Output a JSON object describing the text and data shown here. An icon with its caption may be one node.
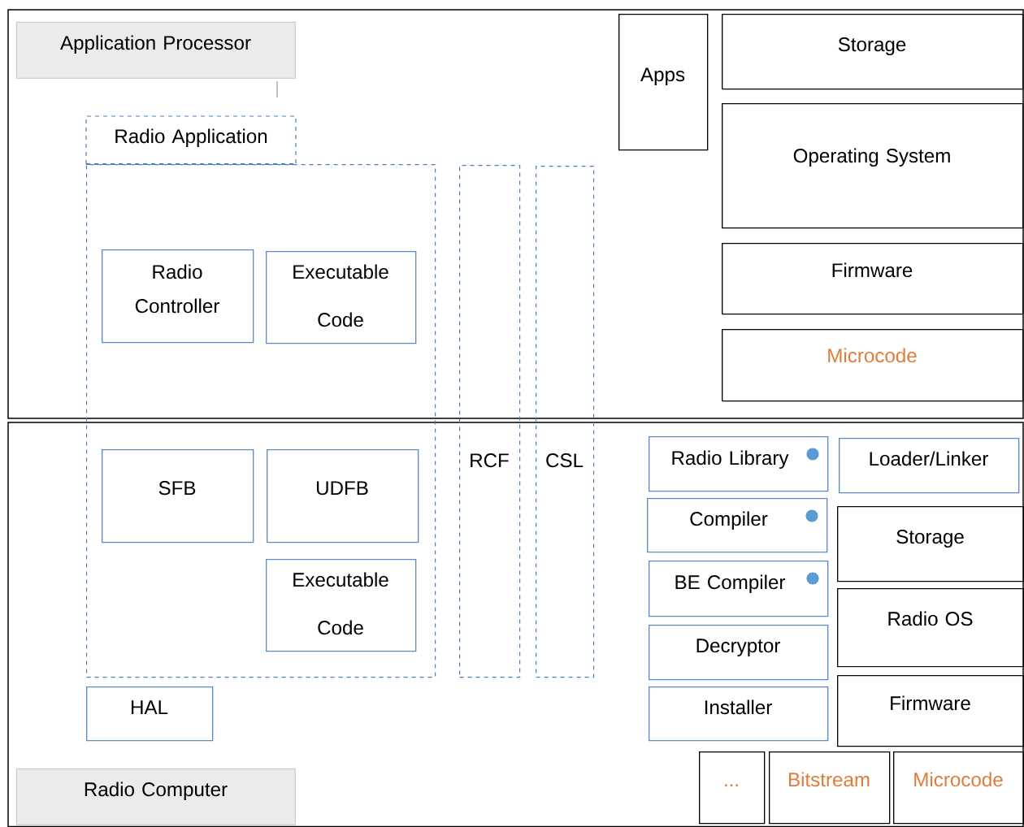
{
  "diagram": {
    "nodes": [
      {
        "text": [
          "Application Processor"
        ]
      },
      {
        "text": [
          "Radio Application"
        ]
      },
      {
        "text": [
          "Radio Controller"
        ],
        "in": 1
      },
      {
        "text": [
          "Executable Code"
        ],
        "in": 1
      },
      {
        "text": [
          "SFB"
        ],
        "in": 1
      },
      {
        "text": [
          "UDFB"
        ],
        "in": 1
      },
      {
        "text": [
          "Executable Code"
        ],
        "in": 1
      },
      {
        "text": [
          "RCF"
        ]
      },
      {
        "text": [
          "CSL"
        ]
      },
      {
        "text": [
          "Apps"
        ]
      },
      {
        "text": [
          "Storage"
        ]
      },
      {
        "text": [
          "Operating System"
        ]
      },
      {
        "text": [
          "Firmware"
        ]
      },
      {
        "text": [
          "Microcode"
        ]
      },
      {
        "text": [
          "HAL"
        ]
      },
      {
        "text": [
          "Radio Computer"
        ]
      },
      {
        "text": [
          "Radio Library"
        ]
      },
      {
        "text": [
          "Loader/Linker"
        ]
      },
      {
        "text": [
          "Compiler"
        ]
      },
      {
        "text": [
          "Storage"
        ]
      },
      {
        "text": [
          "BE Compiler"
        ]
      },
      {
        "text": [
          "Decryptor"
        ]
      },
      {
        "text": [
          "Radio OS"
        ]
      },
      {
        "text": [
          "Installer"
        ]
      },
      {
        "text": [
          "Firmware"
        ]
      },
      {
        "text": [
          "..."
        ]
      },
      {
        "text": [
          "Bitstream"
        ]
      },
      {
        "text": [
          "Microcode"
        ]
      }
    ]
  }
}
